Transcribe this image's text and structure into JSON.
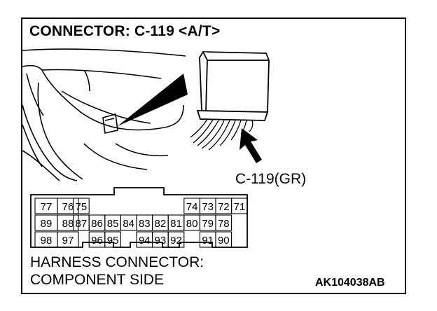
{
  "title": "CONNECTOR: C-119 <A/T>",
  "connector_label": "C-119(GR)",
  "harness_label": [
    "HARNESS CONNECTOR:",
    "COMPONENT SIDE"
  ],
  "figure_code": "AK104038AB",
  "connector_pins": {
    "row1": [
      "77",
      "76",
      "75",
      "74",
      "73",
      "72",
      "71"
    ],
    "row2": [
      "89",
      "88",
      "87",
      "86",
      "85",
      "84",
      "83",
      "82",
      "81",
      "80",
      "79",
      "78"
    ],
    "row3": [
      "98",
      "97",
      "96",
      "95",
      "94",
      "93",
      "92",
      "91",
      "90"
    ]
  }
}
